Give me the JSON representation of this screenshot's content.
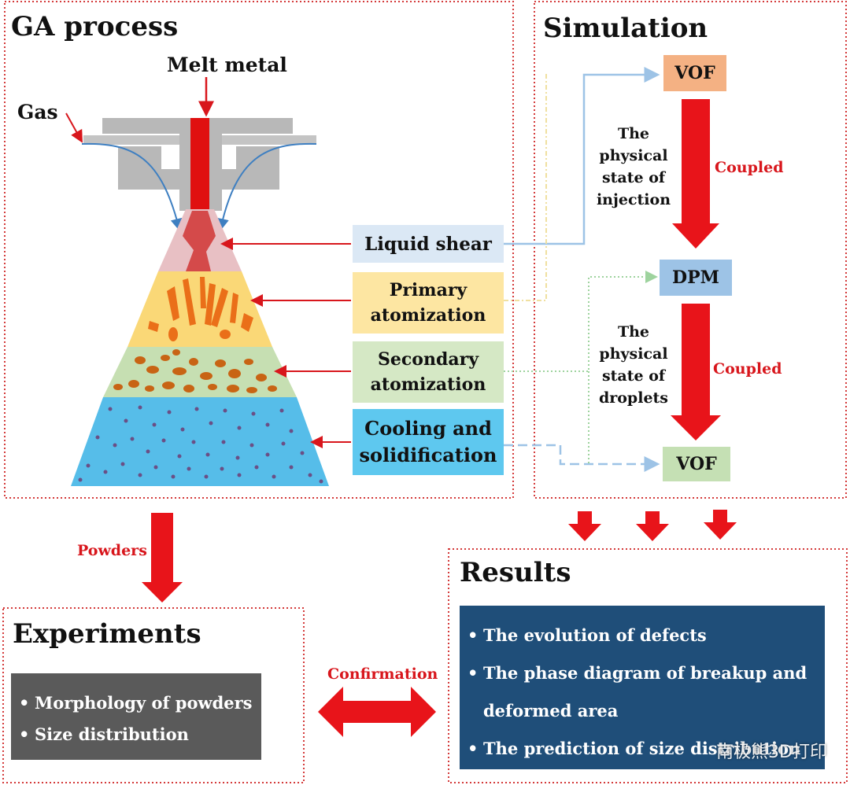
{
  "ga": {
    "title": "GA process",
    "melt_label": "Melt metal",
    "gas_label": "Gas",
    "stages": {
      "liquid_shear": "Liquid shear",
      "primary": "Primary atomization",
      "secondary": "Secondary atomization",
      "cooling": "Cooling and solidification"
    }
  },
  "simulation": {
    "title": "Simulation",
    "vof_top": "VOF",
    "dpm": "DPM",
    "vof_bottom": "VOF",
    "note1": "The physical state of injection",
    "note2": "The physical state of droplets",
    "coupled1": "Coupled",
    "coupled2": "Coupled"
  },
  "flow": {
    "powders": "Powders",
    "confirmation": "Confirmation"
  },
  "experiments": {
    "title": "Experiments",
    "items": [
      "Morphology of powders",
      "Size distribution"
    ]
  },
  "results": {
    "title": "Results",
    "items": [
      "The evolution of defects",
      "The phase diagram of breakup and deformed area",
      "The prediction of size distribution"
    ]
  },
  "watermark": "南极熊3D打印",
  "colors": {
    "red": "#e8141a",
    "frame": "#d43a3a",
    "liquid_shear_box": "#dbe8f5",
    "primary_box": "#fde6a2",
    "secondary_box": "#d5e8c5",
    "cooling_box": "#5ec8ef",
    "vof_top_box": "#f4b183",
    "dpm_box": "#9dc3e6",
    "vof_bottom_box": "#c5e0b4",
    "experiments_panel": "#5a5a5a",
    "results_panel": "#1f4e79",
    "nozzle": "#b8b8b8"
  }
}
